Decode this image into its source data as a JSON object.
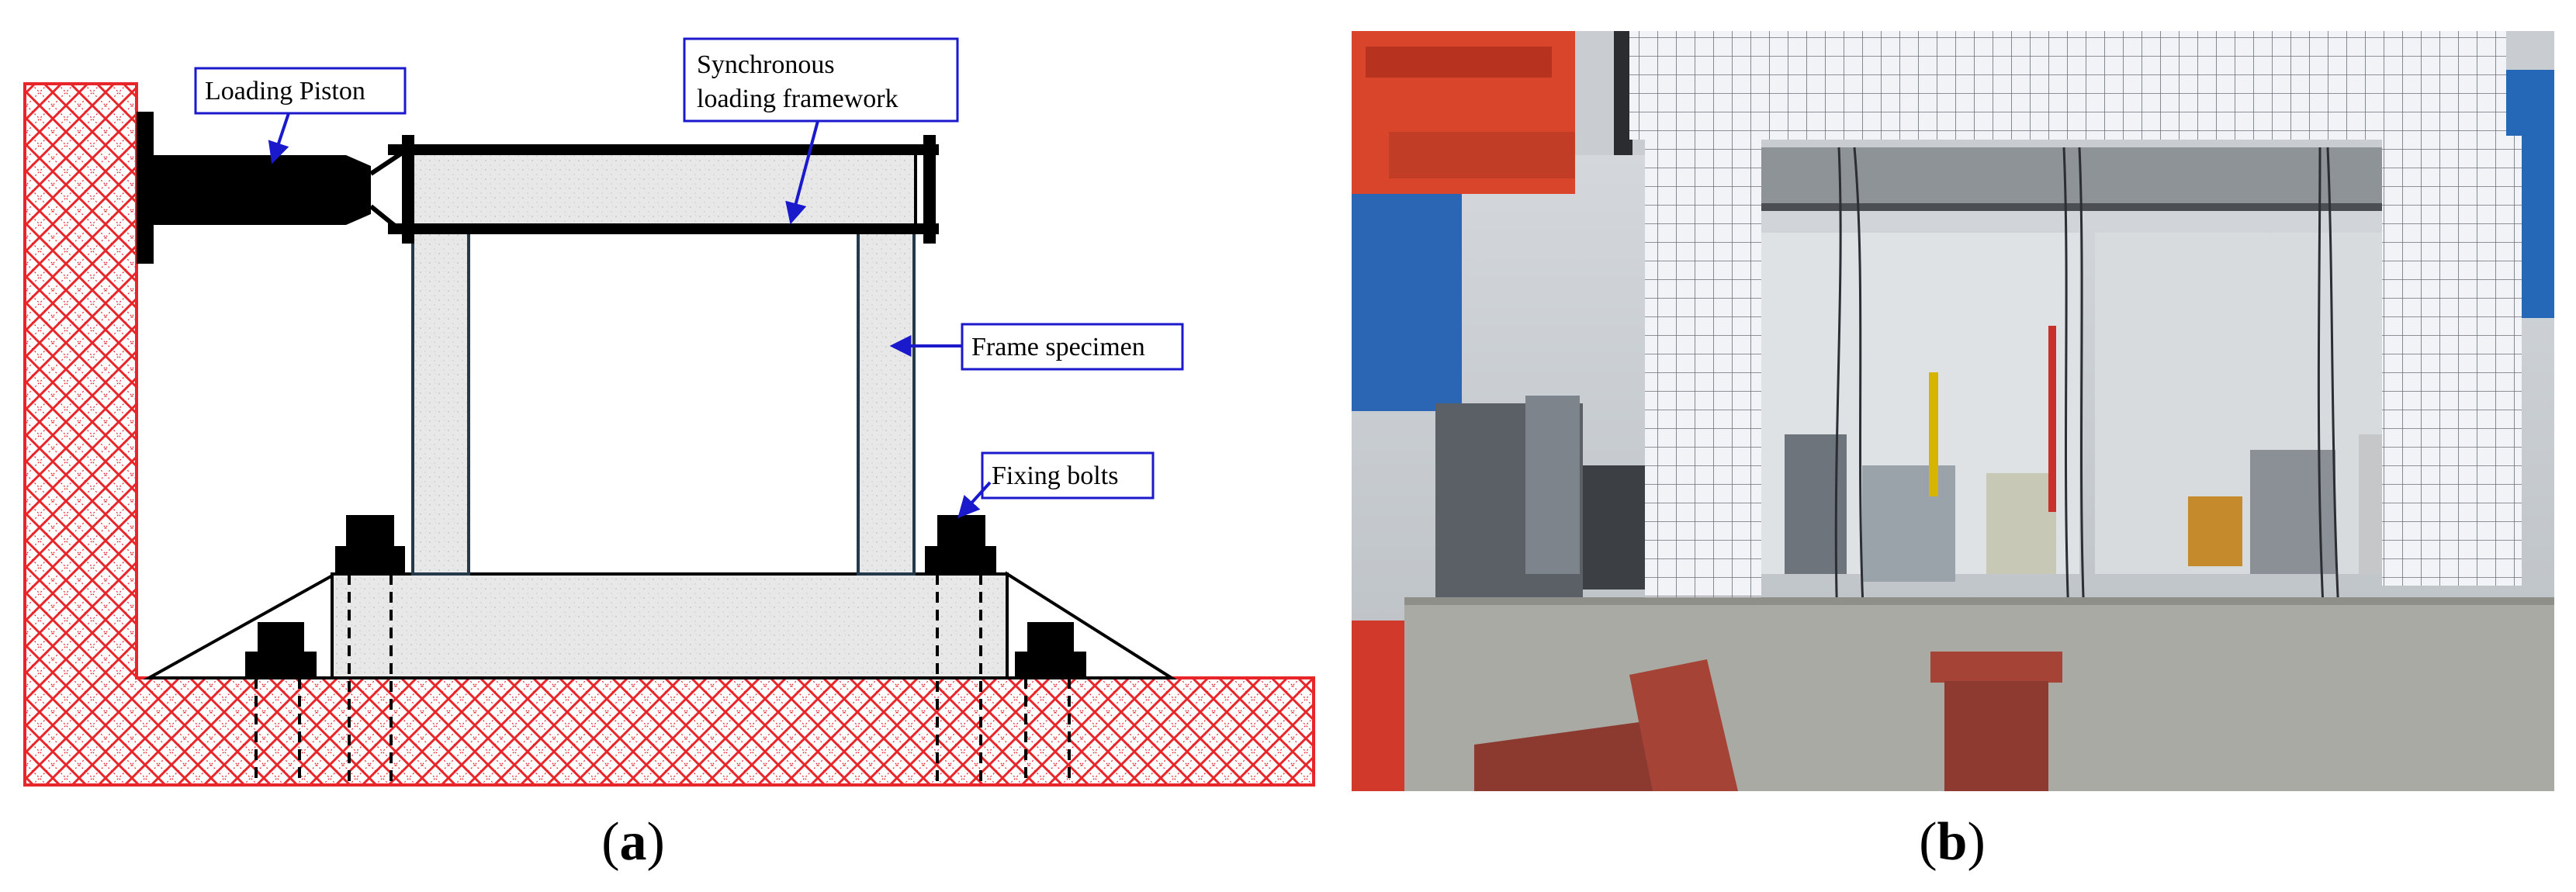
{
  "panel_a": {
    "label": "a",
    "callouts": {
      "loading_piston": "Loading Piston",
      "sync_line1": "Synchronous",
      "sync_line2": "loading framework",
      "frame_specimen": "Frame specimen",
      "fixing_bolts": "Fixing bolts"
    }
  },
  "panel_b": {
    "label": "b"
  },
  "colors": {
    "reaction_wall": "#e8262a",
    "callout_border": "#1a1acc",
    "callout_arrow": "#1a1acc",
    "steel": "#000000",
    "concrete": "#e6e6e6"
  }
}
